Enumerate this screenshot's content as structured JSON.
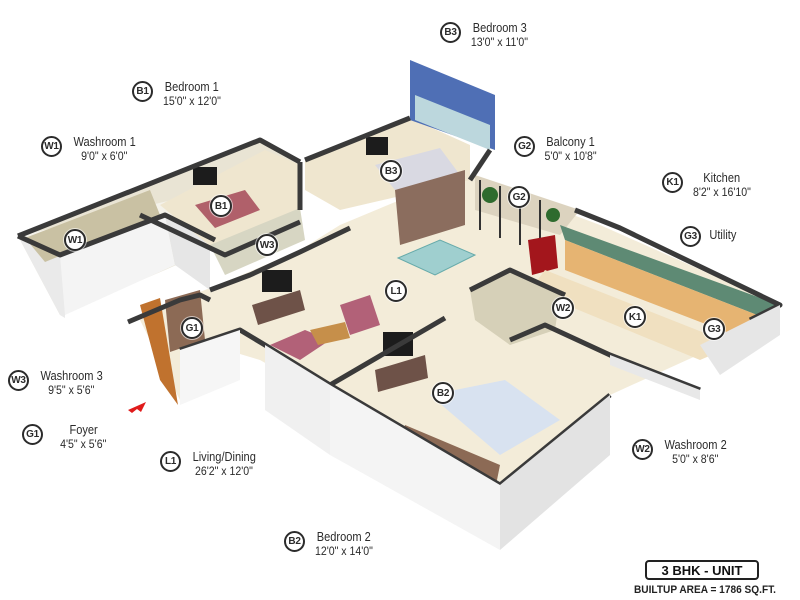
{
  "plan": {
    "unit_type": "3 BHK - UNIT",
    "builtup_area": "BUILTUP AREA = 1786 SQ.FT.",
    "colors": {
      "wall_top": "#3a3a3a",
      "wall_face": "#f2f2f2",
      "floor": "#f3ecd9",
      "accent_wall": "#4f6fb5",
      "entry_arrow": "#e01b1b"
    }
  },
  "rooms": [
    {
      "code": "B3",
      "name": "Bedroom 3",
      "dim": "13'0\" x 11'0\""
    },
    {
      "code": "B1",
      "name": "Bedroom 1",
      "dim": "15'0\" x 12'0\""
    },
    {
      "code": "W1",
      "name": "Washroom 1",
      "dim": "9'0\" x 6'0\""
    },
    {
      "code": "G2",
      "name": "Balcony 1",
      "dim": "5'0\" x 10'8\""
    },
    {
      "code": "K1",
      "name": "Kitchen",
      "dim": "8'2\" x 16'10\""
    },
    {
      "code": "G3",
      "name": "Utility",
      "dim": ""
    },
    {
      "code": "W3",
      "name": "Washroom 3",
      "dim": "9'5\" x 5'6\""
    },
    {
      "code": "G1",
      "name": "Foyer",
      "dim": "4'5\" x 5'6\""
    },
    {
      "code": "L1",
      "name": "Living/Dining",
      "dim": "26'2\" x 12'0\""
    },
    {
      "code": "W2",
      "name": "Washroom 2",
      "dim": "5'0\" x 8'6\""
    },
    {
      "code": "B2",
      "name": "Bedroom 2",
      "dim": "12'0\" x 14'0\""
    }
  ],
  "plan_tags": {
    "b3": "B3",
    "b1": "B1",
    "w1": "W1",
    "w3": "W3",
    "g2": "G2",
    "l1": "L1",
    "g1": "G1",
    "w2": "W2",
    "k1": "K1",
    "g3": "G3",
    "b2": "B2"
  }
}
